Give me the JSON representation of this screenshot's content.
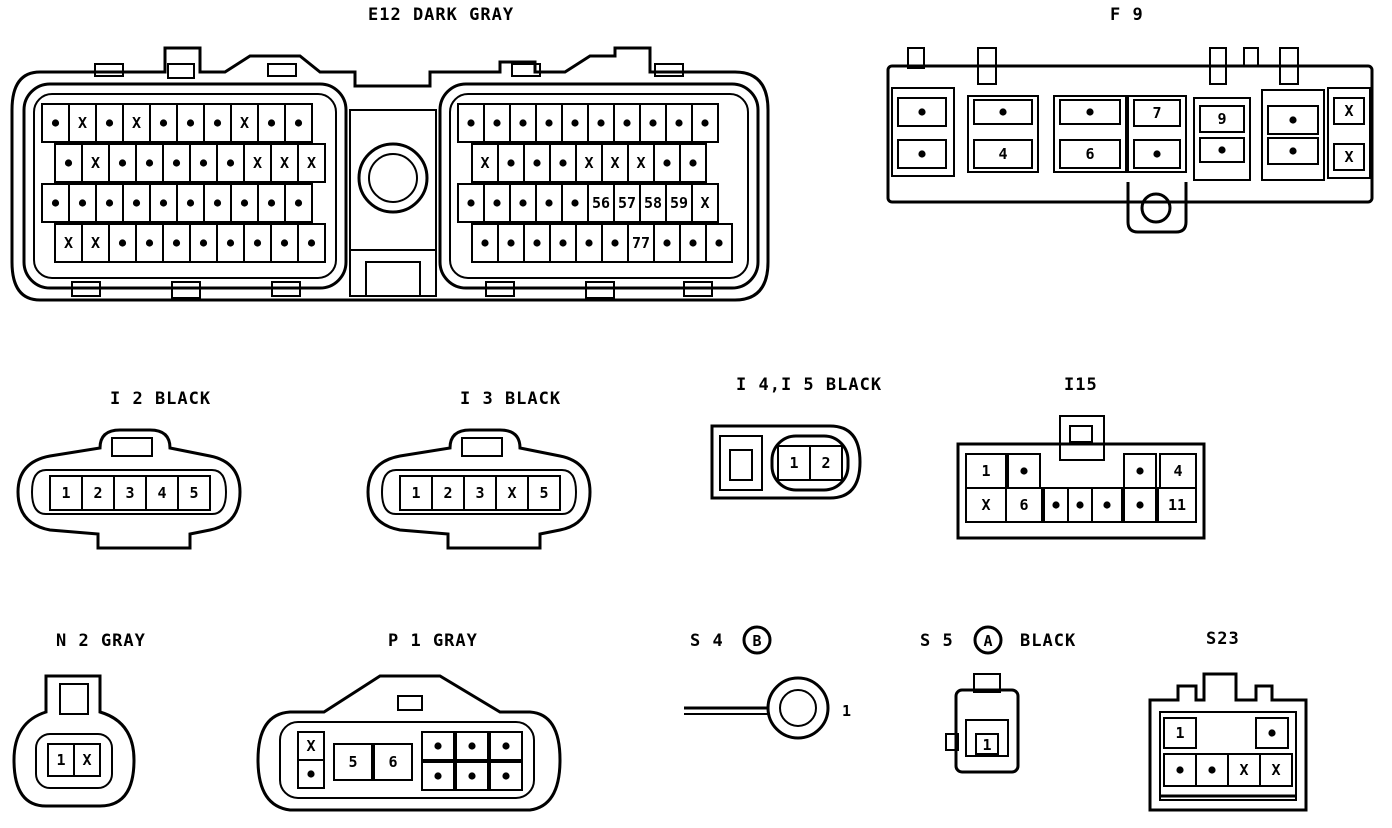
{
  "colors": {
    "ink": "#000000",
    "paper": "#ffffff"
  },
  "connectors": {
    "e12": {
      "label": "E12  DARK GRAY",
      "left_rows": [
        [
          "•",
          "X",
          "•",
          "X",
          "•",
          "•",
          "•",
          "X",
          "•",
          "•"
        ],
        [
          "•",
          "X",
          "•",
          "•",
          "•",
          "•",
          "•",
          "X",
          "X",
          "X"
        ],
        [
          "•",
          "•",
          "•",
          "•",
          "•",
          "•",
          "•",
          "•",
          "•",
          "•"
        ],
        [
          "X",
          "X",
          "•",
          "•",
          "•",
          "•",
          "•",
          "•",
          "•",
          "•"
        ]
      ],
      "right_rows": [
        [
          "•",
          "•",
          "•",
          "•",
          "•",
          "•",
          "•",
          "•",
          "•",
          "•"
        ],
        [
          "X",
          "•",
          "•",
          "•",
          "X",
          "X",
          "X",
          "•",
          "•"
        ],
        [
          "•",
          "•",
          "•",
          "•",
          "•",
          "56",
          "57",
          "58",
          "59",
          "X"
        ],
        [
          "•",
          "•",
          "•",
          "•",
          "•",
          "•",
          "77",
          "•",
          "•",
          "•"
        ]
      ]
    },
    "f9": {
      "label": "F 9",
      "cells": [
        "•",
        "•",
        "•",
        "4",
        "•",
        "6",
        "7",
        "•",
        "9",
        "•",
        "•",
        "•",
        "X",
        "X"
      ]
    },
    "i2": {
      "label": "I 2  BLACK",
      "pins": [
        "1",
        "2",
        "3",
        "4",
        "5"
      ]
    },
    "i3": {
      "label": "I 3  BLACK",
      "pins": [
        "1",
        "2",
        "3",
        "X",
        "5"
      ]
    },
    "i4i5": {
      "label": "I 4,I 5  BLACK",
      "pins": [
        "1",
        "2"
      ]
    },
    "i15": {
      "label": "I15",
      "top_row": [
        "1",
        "•",
        "•",
        "4"
      ],
      "bottom_row": [
        "X",
        "6",
        "•",
        "•",
        "•",
        "•",
        "11"
      ]
    },
    "n2": {
      "label": "N 2  GRAY",
      "pins": [
        "1",
        "X"
      ]
    },
    "p1": {
      "label": "P 1  GRAY",
      "left_col": [
        "X",
        "•"
      ],
      "mid": [
        "5",
        "6"
      ],
      "right_grid": [
        "•",
        "•",
        "•",
        "•",
        "•",
        "•"
      ]
    },
    "s4": {
      "label": "S 4",
      "badge": "B",
      "pin": "1"
    },
    "s5": {
      "label": "S 5",
      "badge": "A",
      "suffix": "BLACK",
      "pin": "1"
    },
    "s23": {
      "label": "S23",
      "top_row": [
        "1",
        "•"
      ],
      "bottom_row": [
        "•",
        "•",
        "X",
        "X"
      ]
    }
  }
}
